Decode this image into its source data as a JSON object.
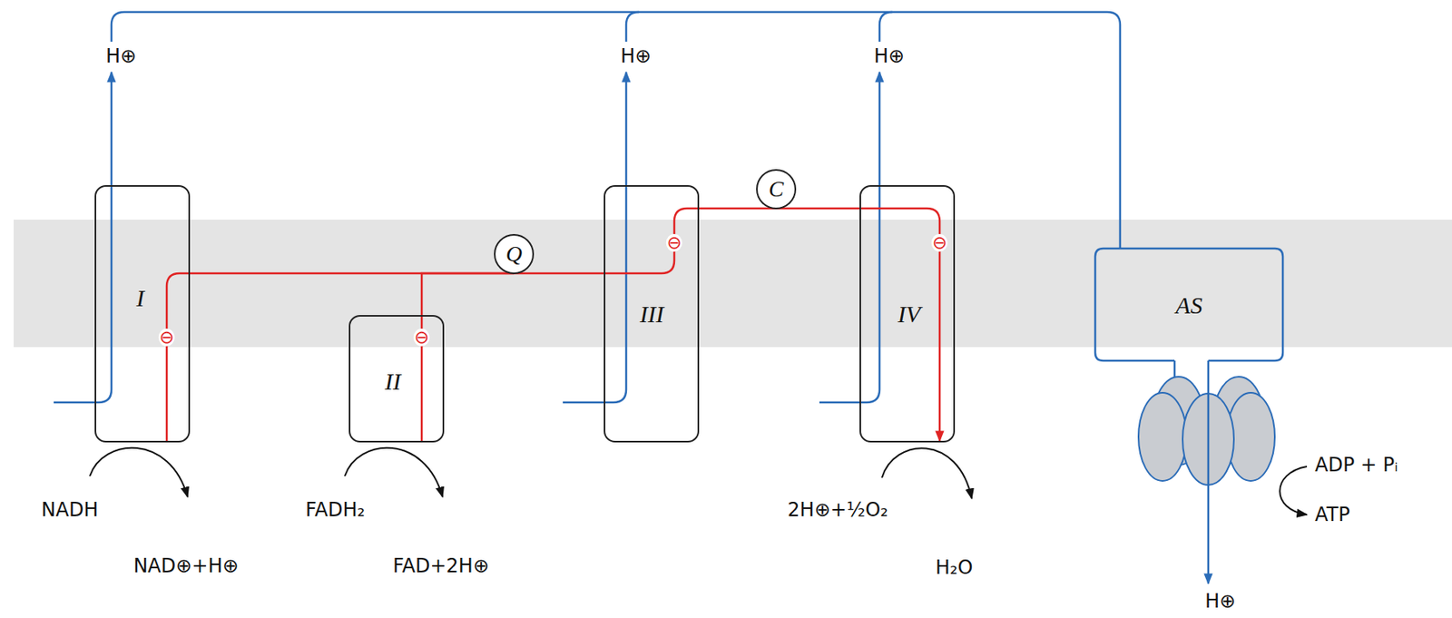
{
  "diagram": {
    "nodes": [
      {
        "text": [
          "I"
        ]
      },
      {
        "text": [
          "II"
        ]
      },
      {
        "text": [
          "Q"
        ]
      },
      {
        "text": [
          "III"
        ]
      },
      {
        "text": [
          "C"
        ]
      },
      {
        "text": [
          "IV"
        ]
      },
      {
        "text": [
          "AS"
        ]
      }
    ],
    "edges": [
      {
        "from": 0,
        "to": 2,
        "arrow": "none"
      },
      {
        "from": 1,
        "to": 2,
        "arrow": "none"
      },
      {
        "from": 2,
        "to": 3,
        "arrow": "none"
      },
      {
        "from": 3,
        "to": 4,
        "arrow": "none"
      },
      {
        "from": 4,
        "to": 5,
        "arrow": "none"
      }
    ],
    "labels": [
      "H⊕",
      "H⊕",
      "H⊕",
      "⊖",
      "⊖",
      "⊖",
      "⊖",
      "NADH",
      "NAD⊕+H⊕",
      "FADH₂",
      "FAD+2H⊕",
      "2H⊕+½O₂",
      "H₂O",
      "ADP + Pᵢ",
      "ATP",
      "H⊕"
    ]
  }
}
